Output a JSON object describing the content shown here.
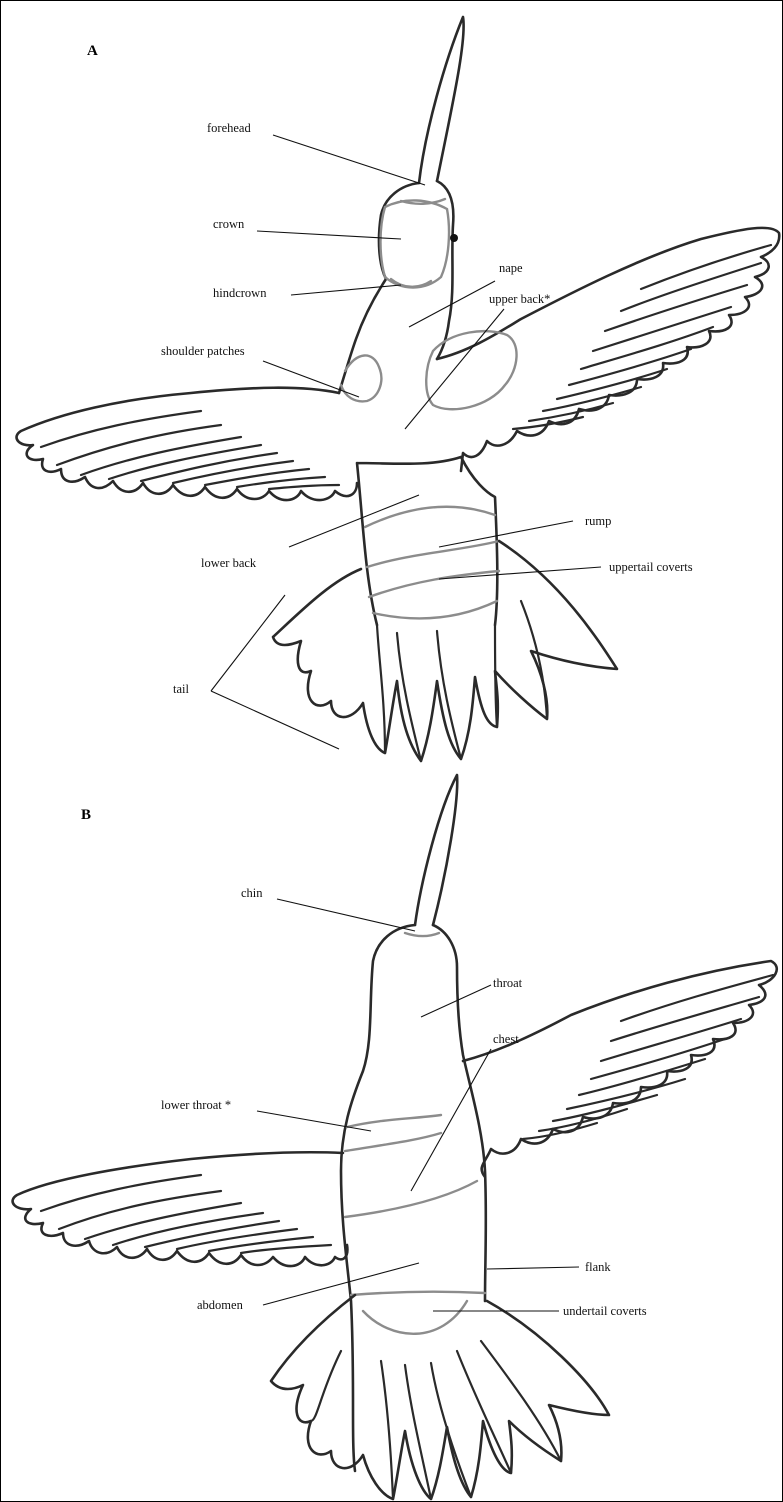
{
  "panels": {
    "a": "A",
    "b": "B"
  },
  "labels_a": {
    "forehead": "forehead",
    "crown": "crown",
    "hindcrown": "hindcrown",
    "nape": "nape",
    "upper_back": "upper back*",
    "shoulder_patches": "shoulder patches",
    "lower_back": "lower back",
    "rump": "rump",
    "uppertail_coverts": "uppertail coverts",
    "tail": "tail"
  },
  "labels_b": {
    "chin": "chin",
    "throat": "throat",
    "chest": "chest",
    "lower_throat": "lower throat *",
    "flank": "flank",
    "abdomen": "abdomen",
    "undertail_coverts": "undertail coverts"
  },
  "colors": {
    "outline": "#2a2a2a",
    "region_lines": "#8c8c8c",
    "background": "#ffffff"
  }
}
